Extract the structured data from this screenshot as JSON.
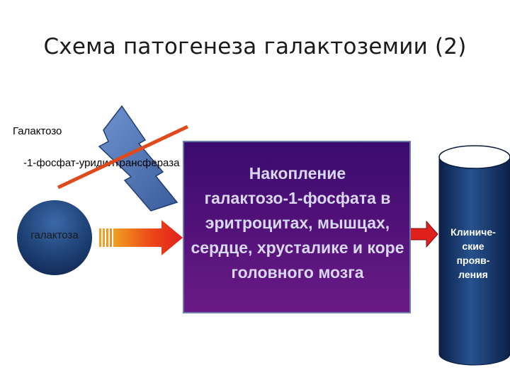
{
  "slide": {
    "title": "Схема патогенеза галактоземии (2)"
  },
  "enzyme": {
    "line1": "Галактозо",
    "line2": "-1-фосфат-уридилтрансфераза"
  },
  "galactose": {
    "label": "галактоза"
  },
  "accumulation": {
    "text": "Накопление\nгалактозо-1-фосфата в\nэритроцитах, мышцах,\nсердце, хрусталике и коре\nголовного мозга"
  },
  "clinical": {
    "text": "Клиниче-\nские\nпрояв-\nления"
  },
  "colors": {
    "box": "#52127a",
    "cylinder": "#1d3c73",
    "lightning": "#4a6fb0",
    "block_line": "#e04a1a",
    "arrow": "#e0201a"
  }
}
